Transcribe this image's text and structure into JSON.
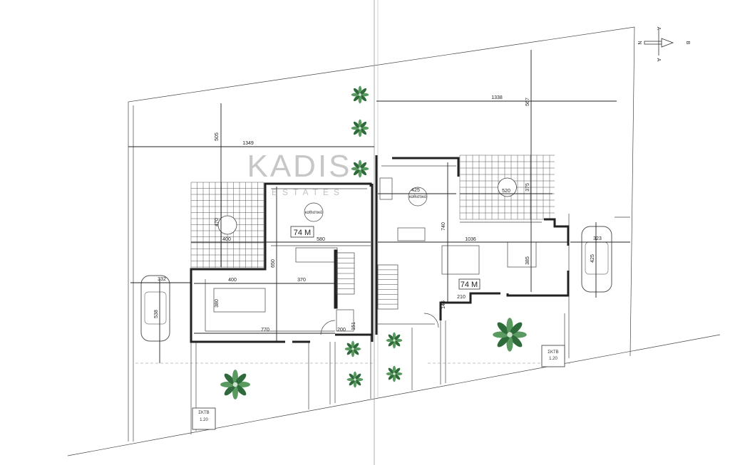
{
  "plan": {
    "watermark": {
      "brand": "KADIS",
      "sub": "ESTATES"
    },
    "compass": {
      "north": "N",
      "arrow_end": "B",
      "section_top": "A",
      "section_bottom": "A"
    },
    "left_unit": {
      "area_label": "74 M",
      "room_label": "καθιστικό",
      "dimensions": {
        "plot_width": "1349",
        "plot_depth": "505",
        "terrace_depth": "470",
        "terrace_width": "400",
        "living_width": "580",
        "house_depth": "650",
        "kitchen_width": "400",
        "dining_width": "370",
        "kitchen_depth": "380",
        "total_width": "770",
        "wc_width": "200",
        "wc_depth": "151",
        "parking_width": "332",
        "parking_depth": "538"
      },
      "sktv": {
        "label": "ΣΚΤΒ",
        "value": "1.20"
      }
    },
    "right_unit": {
      "area_label": "74 M",
      "room_label": "καθιστικό",
      "dimensions": {
        "plot_width": "1338",
        "plot_depth": "567",
        "living_width": "425",
        "terrace_width": "520",
        "terrace_depth": "375",
        "house_depth": "740",
        "total_width": "1036",
        "kitchen_depth": "385",
        "wc_width": "210",
        "wc_depth": "145",
        "parking_width": "323",
        "parking_depth": "425"
      },
      "sktv": {
        "label": "ΣΚΤΒ",
        "value": "1.20"
      }
    }
  }
}
